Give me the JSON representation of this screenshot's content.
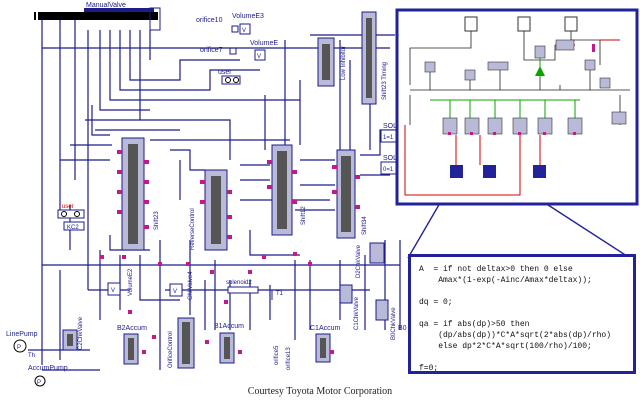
{
  "labels": {
    "manual_valve": "ManualValve",
    "orifice10": "orifice10",
    "orifice7": "orifice7",
    "volume_e3": "VolumeE3",
    "volume_e": "VolumeE",
    "user_top": "user",
    "user_left": "user",
    "low_inhibitor": "Low Inhibitor",
    "shift23_timing": "Shift23 Timing",
    "shift23": "Shift23",
    "reverse_control": "ReverseControl",
    "shift12": "Shift12",
    "shift34": "Shift34",
    "sol2": "SOL2",
    "sol1": "SOL1",
    "sol2_value": "1=1",
    "sol1_value": "0=1",
    "kc2": "KC2",
    "volume_e2": "VolumeE2",
    "chk_valve4": "ChkValve4",
    "solenoid2": "solenoid2",
    "t1": "T1",
    "c1_chk_valve": "C1ChkValve",
    "b0_chk_valve": "B0ChkValve",
    "b2_accum": "B2Accum",
    "b1_accum": "B1Accum",
    "c1_accum": "C1Accum",
    "b0": "B0",
    "orifice_control": "OrificeControl",
    "line_pump": "LinePump",
    "accum_pump": "AccumPump",
    "th": "Th",
    "c2_chk_valve": "C2ChkValve",
    "d2_chk_valve": "D2ChkValve",
    "orifice5": "orifice5",
    "orifice13": "orifice13",
    "p": "P"
  },
  "code_lines": [
    "A  = if not deltax>0 then 0 else",
    "    Amax*(1-exp(-Ainc/Amax*deltax));",
    "",
    "dq = 0;",
    "",
    "qa = if abs(dp)>50 then",
    "    (dp/abs(dp))*C*A*sqrt(2*abs(dp)/rho)",
    "    else dp*2*C*A*sqrt(100/rho)/100;",
    "",
    "f=0;"
  ],
  "credit": "Courtesy Toyota Motor Corporation",
  "colors": {
    "wire": "#1c1c8a",
    "frame": "#22229a",
    "component_fill": "#b9b9d8",
    "red": "#d40000",
    "green": "#0aa300",
    "port": "#c21a8a"
  }
}
